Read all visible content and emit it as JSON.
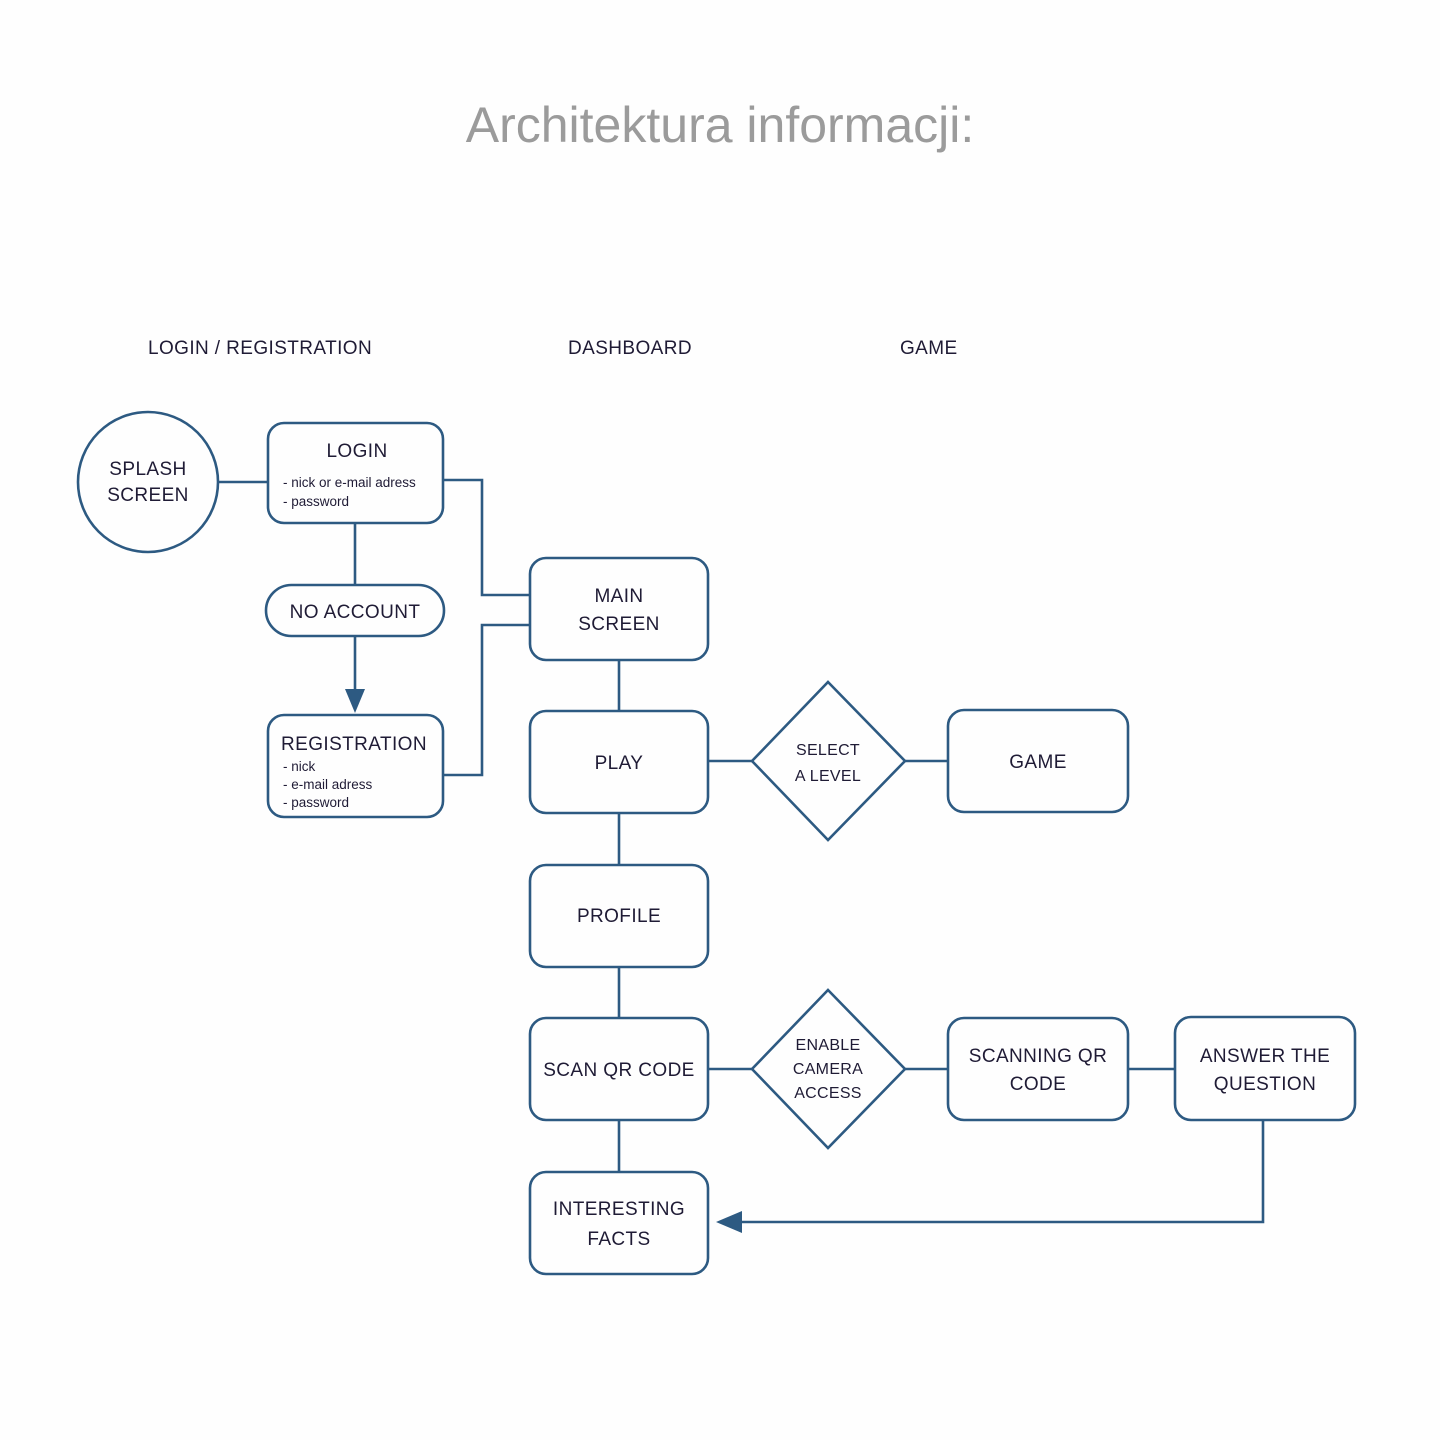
{
  "page": {
    "title": "Architektura informacji:",
    "title_color": "#9b9b9b",
    "background": "#fefefe",
    "shape_stroke_color": "#2d5a82",
    "text_color": "#1f1b35"
  },
  "columns": [
    {
      "label": "LOGIN / REGISTRATION"
    },
    {
      "label": "DASHBOARD"
    },
    {
      "label": "GAME"
    }
  ],
  "nodes": {
    "splash": {
      "label_1": "SPLASH",
      "label_2": "SCREEN",
      "shape": "circle"
    },
    "login": {
      "title": "LOGIN",
      "items": [
        "- nick or e-mail adress",
        "- password"
      ],
      "shape": "rounded-rect"
    },
    "no_account": {
      "label": "NO ACCOUNT",
      "shape": "pill"
    },
    "registration": {
      "title": "REGISTRATION",
      "items": [
        "- nick",
        "- e-mail adress",
        "- password"
      ],
      "shape": "rounded-rect"
    },
    "main_screen": {
      "label_1": "MAIN",
      "label_2": "SCREEN",
      "shape": "rounded-rect"
    },
    "play": {
      "label": "PLAY",
      "shape": "rounded-rect"
    },
    "profile": {
      "label": "PROFILE",
      "shape": "rounded-rect"
    },
    "scan_qr": {
      "label": "SCAN QR CODE",
      "shape": "rounded-rect"
    },
    "interesting_facts": {
      "label_1": "INTERESTING",
      "label_2": "FACTS",
      "shape": "rounded-rect"
    },
    "select_level": {
      "label_1": "SELECT",
      "label_2": "A LEVEL",
      "shape": "diamond"
    },
    "game": {
      "label": "GAME",
      "shape": "rounded-rect"
    },
    "enable_camera": {
      "label_1": "ENABLE",
      "label_2": "CAMERA",
      "label_3": "ACCESS",
      "shape": "diamond"
    },
    "scanning_qr": {
      "label_1": "SCANNING QR",
      "label_2": "CODE",
      "shape": "rounded-rect"
    },
    "answer_question": {
      "label_1": "ANSWER THE",
      "label_2": "QUESTION",
      "shape": "rounded-rect"
    }
  },
  "chart_data": {
    "type": "diagram",
    "title": "Architektura informacji:",
    "edges": [
      {
        "from": "splash",
        "to": "login",
        "arrow": false
      },
      {
        "from": "login",
        "to": "no_account",
        "arrow": false
      },
      {
        "from": "login",
        "to": "main_screen",
        "arrow": false
      },
      {
        "from": "no_account",
        "to": "registration",
        "arrow": true
      },
      {
        "from": "registration",
        "to": "main_screen",
        "arrow": false
      },
      {
        "from": "main_screen",
        "to": "play",
        "arrow": false
      },
      {
        "from": "play",
        "to": "select_level",
        "arrow": false
      },
      {
        "from": "select_level",
        "to": "game",
        "arrow": false
      },
      {
        "from": "play",
        "to": "profile",
        "arrow": false
      },
      {
        "from": "profile",
        "to": "scan_qr",
        "arrow": false
      },
      {
        "from": "scan_qr",
        "to": "enable_camera",
        "arrow": false
      },
      {
        "from": "enable_camera",
        "to": "scanning_qr",
        "arrow": false
      },
      {
        "from": "scanning_qr",
        "to": "answer_question",
        "arrow": false
      },
      {
        "from": "answer_question",
        "to": "interesting_facts",
        "arrow": true
      },
      {
        "from": "scan_qr",
        "to": "interesting_facts",
        "arrow": false
      }
    ]
  }
}
